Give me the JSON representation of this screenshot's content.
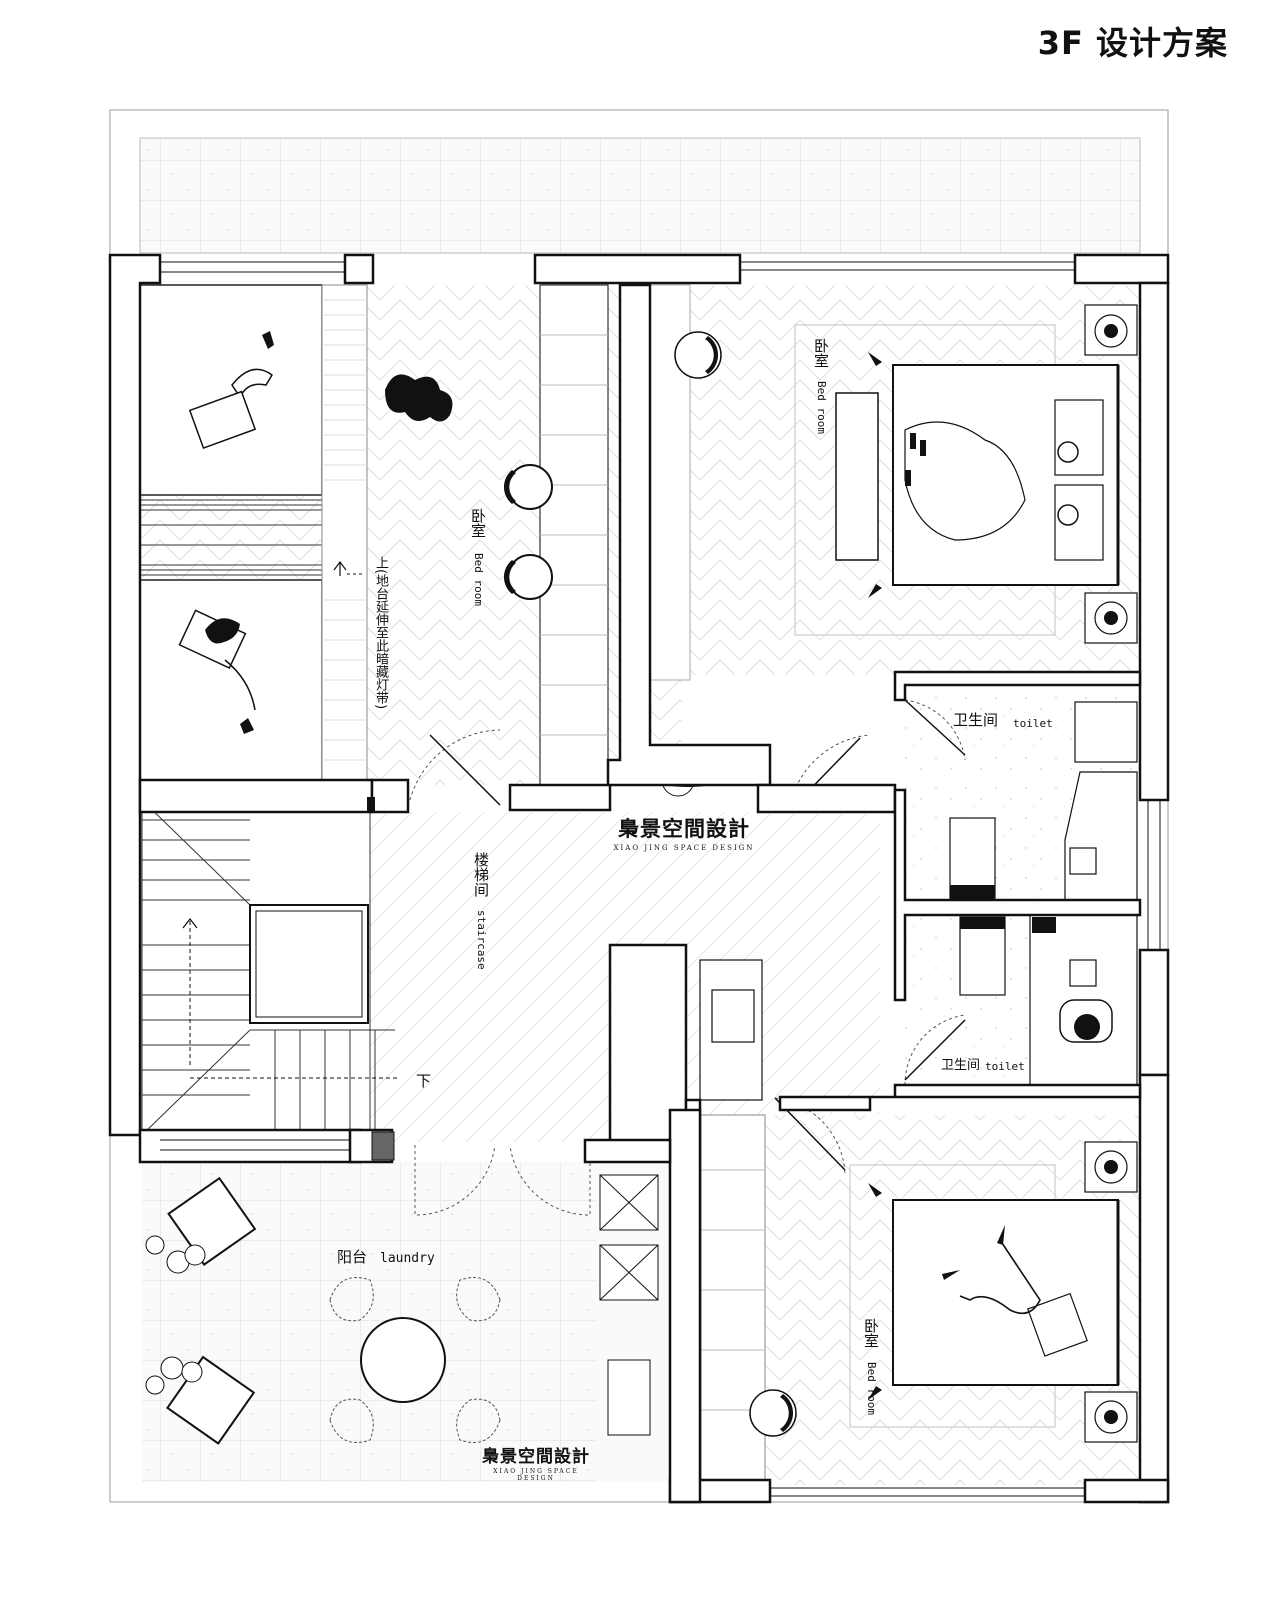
{
  "title": "3F 设计方案",
  "watermark": {
    "cn": "梟景空間設計",
    "en": "XIAO JING SPACE DESIGN"
  },
  "rooms": {
    "bedroom_kids": {
      "cn": "卧室",
      "en": "Bed room"
    },
    "bedroom_master": {
      "cn": "卧室",
      "en": "Bed room"
    },
    "bedroom_south": {
      "cn": "卧室",
      "en": "Bed room"
    },
    "toilet_upper": {
      "cn": "卫生间",
      "en": "toilet"
    },
    "toilet_lower": {
      "cn": "卫生间",
      "en": "toilet"
    },
    "staircase": {
      "cn": "楼梯间",
      "en": "staircase"
    },
    "balcony": {
      "cn": "阳台",
      "en": "laundry"
    }
  },
  "annotations": {
    "up_note": "上(地台延伸至此暗藏灯带)",
    "down_note": "下"
  },
  "colors": {
    "wall": "#111111",
    "line": "#222222",
    "floor_tile": "#d9d9d9",
    "herringbone": "#cfcfcf"
  }
}
